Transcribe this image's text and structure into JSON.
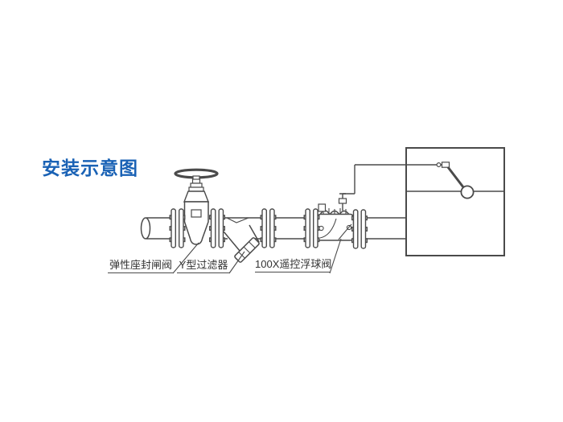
{
  "title": {
    "text": "安装示意图",
    "color": "#1a62b5"
  },
  "diagram": {
    "line_color": "#4a4a4a",
    "background": "#ffffff",
    "component_labels": [
      {
        "text": "弹性座封闸阀",
        "points_to": "gate-valve"
      },
      {
        "text": "Y型过滤器",
        "points_to": "y-strainer"
      },
      {
        "text": "100X遥控浮球阀",
        "points_to": "remote-float-valve"
      }
    ],
    "components": {
      "pipe": "flanged-pipeline",
      "gate_valve": "resilient-seated-gate-valve-with-handwheel",
      "strainer": "y-type-strainer",
      "float_valve": "100x-remote-control-float-valve",
      "pilot_line": "pilot-tube-to-tank",
      "tank": "water-tank",
      "water_level": "water-level-line",
      "float": "float-ball-with-arm"
    }
  }
}
